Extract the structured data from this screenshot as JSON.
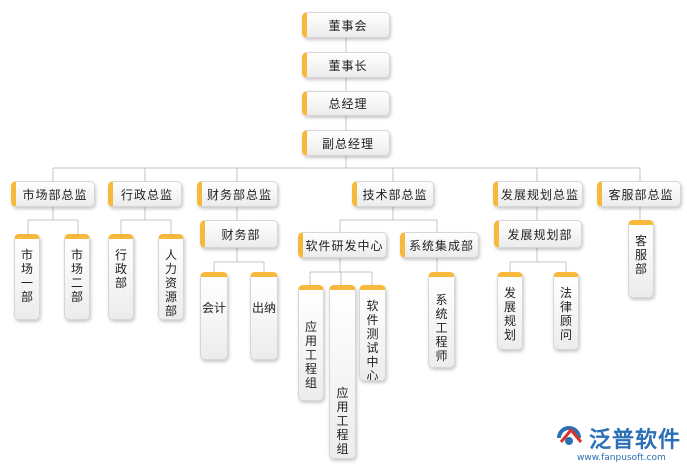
{
  "org_chart": {
    "board": "董事会",
    "chairman": "董事长",
    "general_manager": "总经理",
    "deputy_gm": "副总经理",
    "directors": {
      "market": "市场部总监",
      "admin": "行政总监",
      "finance": "财务部总监",
      "tech": "技术部总监",
      "planning": "发展规划总监",
      "service": "客服部总监"
    },
    "departments": {
      "market_1": "市场一部",
      "market_2": "市场二部",
      "admin_dept": "行政部",
      "hr_dept": "人力资源部",
      "finance_dept": "财务部",
      "accounting": "会计",
      "cashier": "出纳",
      "software_center": "软件研发中心",
      "integration_dept": "系统集成部",
      "app_group_1": "应用工程组",
      "app_group_2": "应用工程组",
      "test_center": "软件测试中心",
      "sys_engineer": "系统工程师",
      "planning_dept": "发展规划部",
      "dev_plan": "发展规划",
      "legal": "法律顾问",
      "service_dept": "客服部"
    }
  },
  "logo": {
    "name": "泛普软件",
    "url": "www.fanpusoft.com"
  },
  "colors": {
    "accent": "#f6b93b",
    "connector": "#c4c4c4",
    "logo_blue": "#2b6fb6",
    "logo_red": "#d9342b"
  }
}
